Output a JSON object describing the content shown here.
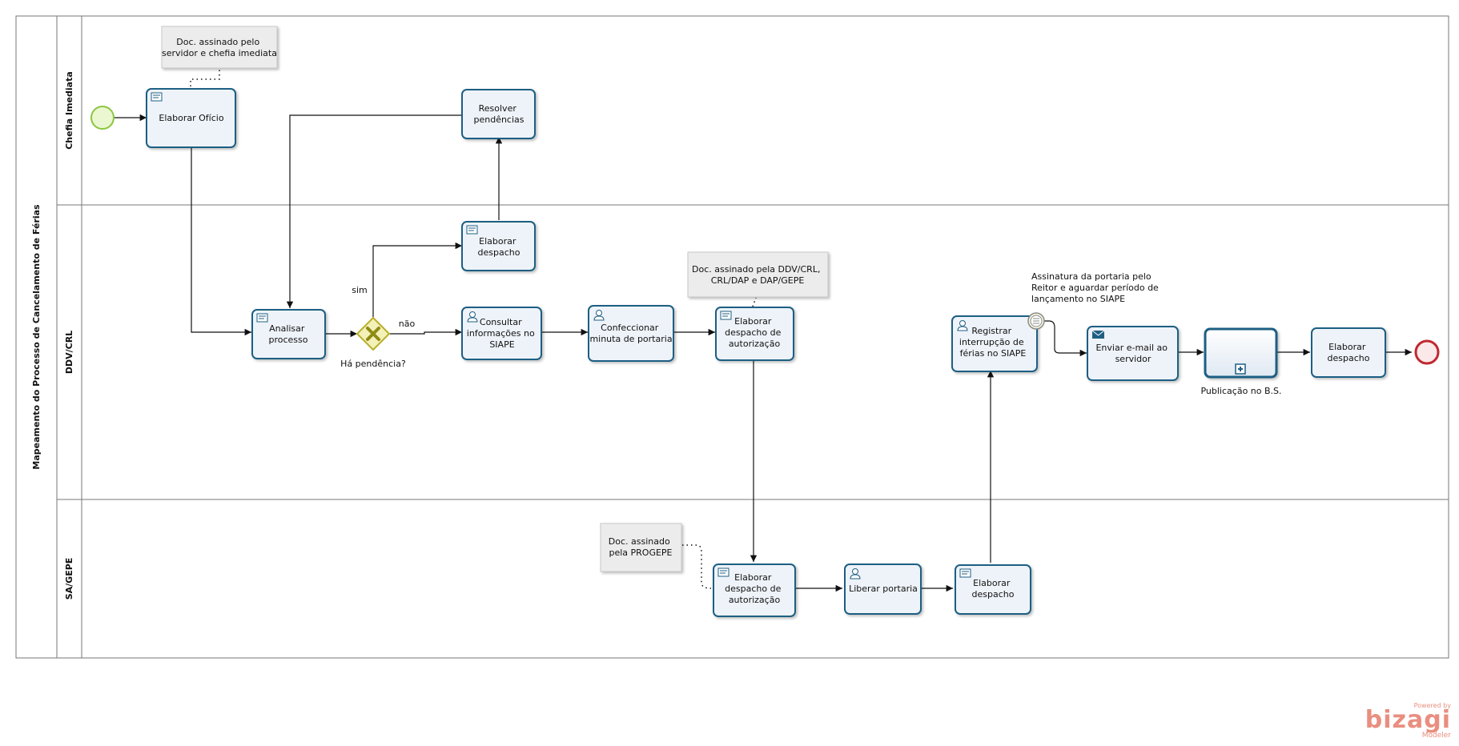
{
  "pool": {
    "title": "Mapeamento do Processo de Cancelamento de Férias"
  },
  "lanes": [
    {
      "id": "lane1",
      "label": "Chefia Imediata"
    },
    {
      "id": "lane2",
      "label": "DDV/CRL"
    },
    {
      "id": "lane3",
      "label": "SA/GEPE"
    }
  ],
  "tasks": {
    "elaborar_oficio": {
      "lines": [
        "Elaborar  Ofício"
      ],
      "type": "manual"
    },
    "resolver_pendencias": {
      "lines": [
        "Resolver",
        "pendências"
      ],
      "type": "none"
    },
    "elaborar_despacho_1": {
      "lines": [
        "Elaborar",
        "despacho"
      ],
      "type": "manual"
    },
    "analisar_processo": {
      "lines": [
        "Analisar",
        "processo"
      ],
      "type": "manual"
    },
    "consultar_siape": {
      "lines": [
        "Consultar",
        "informações no",
        "SIAPE"
      ],
      "type": "user"
    },
    "confeccionar_minuta": {
      "lines": [
        "Confeccionar",
        "minuta de portaria"
      ],
      "type": "user"
    },
    "elaborar_despacho_autorizacao_1": {
      "lines": [
        "Elaborar",
        "despacho de",
        "autorização"
      ],
      "type": "manual"
    },
    "registrar_interrupcao": {
      "lines": [
        "Registrar",
        "interrupção de",
        "férias no SIAPE"
      ],
      "type": "user"
    },
    "enviar_email": {
      "lines": [
        "Enviar e-mail ao",
        "servidor"
      ],
      "type": "send"
    },
    "publicacao_bs": {
      "lines": [],
      "type": "subprocess",
      "caption": "Publicação no B.S."
    },
    "elaborar_despacho_final": {
      "lines": [
        "Elaborar",
        "despacho"
      ],
      "type": "none"
    },
    "elaborar_despacho_autorizacao_2": {
      "lines": [
        "Elaborar",
        "despacho de",
        "autorização"
      ],
      "type": "manual"
    },
    "liberar_portaria": {
      "lines": [
        "Liberar portaria"
      ],
      "type": "user"
    },
    "elaborar_despacho_sa": {
      "lines": [
        "Elaborar",
        "despacho"
      ],
      "type": "manual"
    }
  },
  "gateway": {
    "label": "Há pendência?",
    "yes": "sim",
    "no": "não"
  },
  "notes": {
    "note1": [
      "Doc. assinado pelo",
      "servidor e chefia imediata"
    ],
    "note2": [
      "Doc. assinado pela DDV/CRL,",
      "CRL/DAP e DAP/GEPE"
    ],
    "note3": [
      "Doc. assinado",
      "pela PROGEPE"
    ]
  },
  "annotation": [
    "Assinatura da portaria pelo",
    "Reitor e aguardar período de",
    "lançamento no SIAPE"
  ],
  "branding": {
    "powered": "Powered by",
    "brand": "bizagi",
    "product": "Modeler"
  },
  "colors": {
    "task_border": "#1f5f83",
    "task_fill": "#eef3f9",
    "start": "#9fd13c",
    "end": "#c0282f",
    "gateway": "#c8c23a"
  }
}
